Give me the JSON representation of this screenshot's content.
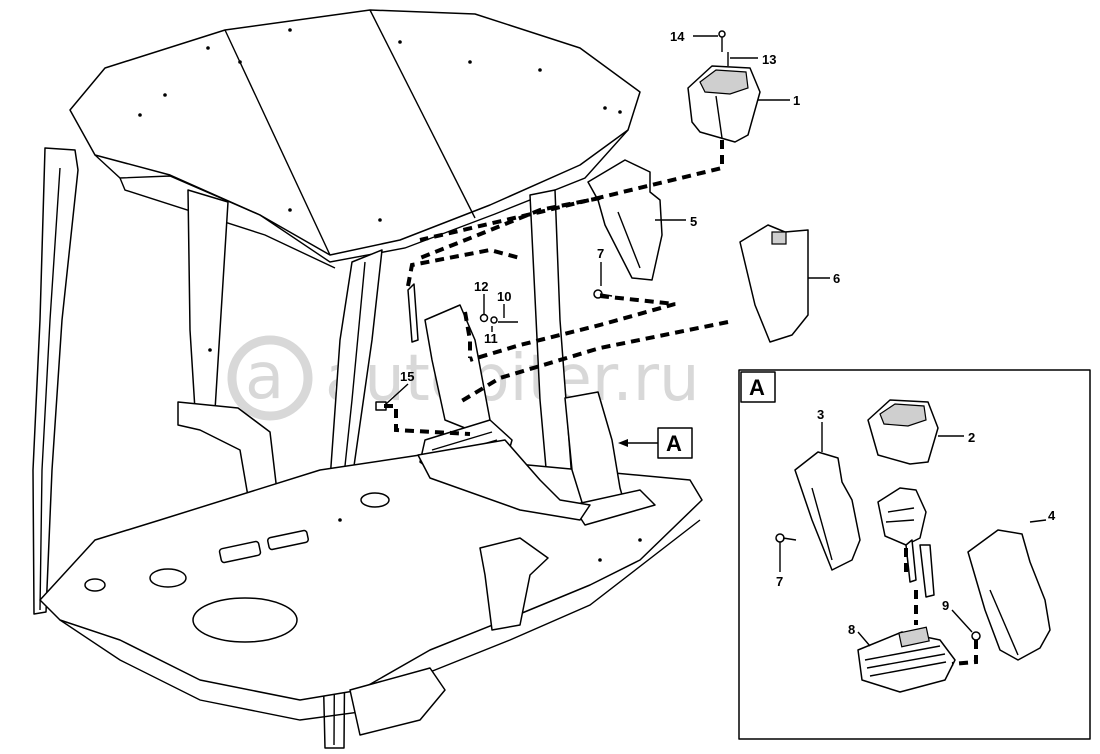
{
  "watermark": "autopiter.ru",
  "view_ref": {
    "main_label": "A",
    "detail_label": "A"
  },
  "callouts_main": [
    {
      "id": "c14",
      "text": "14"
    },
    {
      "id": "c13",
      "text": "13"
    },
    {
      "id": "c1",
      "text": "1"
    },
    {
      "id": "c5",
      "text": "5"
    },
    {
      "id": "c6",
      "text": "6"
    },
    {
      "id": "c7",
      "text": "7"
    },
    {
      "id": "c12",
      "text": "12"
    },
    {
      "id": "c10",
      "text": "10"
    },
    {
      "id": "c11",
      "text": "11"
    },
    {
      "id": "c15",
      "text": "15"
    }
  ],
  "callouts_detail": [
    {
      "id": "d3",
      "text": "3"
    },
    {
      "id": "d2",
      "text": "2"
    },
    {
      "id": "d4",
      "text": "4"
    },
    {
      "id": "d7",
      "text": "7"
    },
    {
      "id": "d8",
      "text": "8"
    },
    {
      "id": "d9",
      "text": "9"
    }
  ],
  "colors": {
    "line": "#000000",
    "background": "#ffffff",
    "watermark": "#d8d8d8"
  }
}
